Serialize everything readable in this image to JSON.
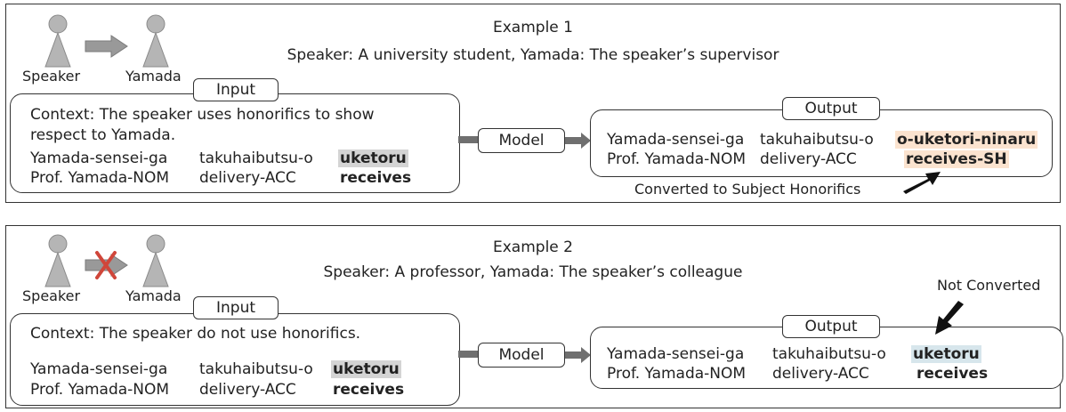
{
  "example1": {
    "title": "Example 1",
    "subtitle": "Speaker: A university student, Yamada: The speaker’s supervisor",
    "speaker_label": "Speaker",
    "yamada_label": "Yamada",
    "input_tag": "Input",
    "output_tag": "Output",
    "model_label": "Model",
    "context_line1": "Context: The speaker uses honorifics to show",
    "context_line2": "respect to Yamada.",
    "input_words": [
      "Yamada-sensei-ga",
      "takuhaibutsu-o",
      "uketoru"
    ],
    "input_gloss": [
      "Prof. Yamada-NOM",
      "delivery-ACC",
      "receives"
    ],
    "output_words": [
      "Yamada-sensei-ga",
      "takuhaibutsu-o",
      "o-uketori-ninaru"
    ],
    "output_gloss": [
      "Prof. Yamada-NOM",
      "delivery-ACC",
      "receives-SH"
    ],
    "annotation": "Converted to Subject Honorifics"
  },
  "example2": {
    "title": "Example 2",
    "subtitle": "Speaker: A professor, Yamada: The speaker’s colleague",
    "speaker_label": "Speaker",
    "yamada_label": "Yamada",
    "input_tag": "Input",
    "output_tag": "Output",
    "model_label": "Model",
    "context_line1": "Context: The speaker do not use honorifics.",
    "input_words": [
      "Yamada-sensei-ga",
      "takuhaibutsu-o",
      "uketoru"
    ],
    "input_gloss": [
      "Prof. Yamada-NOM",
      "delivery-ACC",
      "receives"
    ],
    "output_words": [
      "Yamada-sensei-ga",
      "takuhaibutsu-o",
      "uketoru"
    ],
    "output_gloss": [
      "Prof. Yamada-NOM",
      "delivery-ACC",
      "receives"
    ],
    "annotation": "Not Converted"
  },
  "colors": {
    "person": "#b5b5b5",
    "arrow": "#7f7f7f",
    "cross": "#d0463a",
    "highlight_gray": "#d4d4d4",
    "highlight_orange": "#fbe3cf",
    "highlight_blue": "#d7e6ec"
  }
}
